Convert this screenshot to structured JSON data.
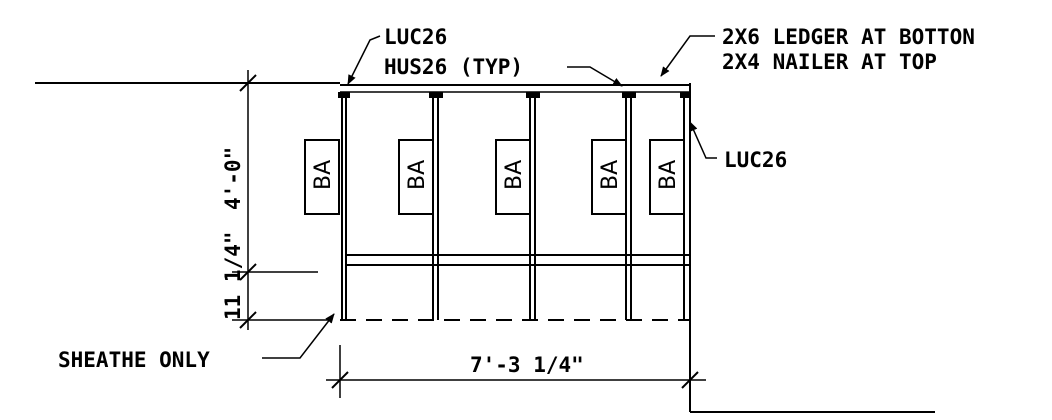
{
  "notes": {
    "luc26_top": "LUC26",
    "hus26": "HUS26 (TYP)",
    "ledger_line1": "2X6 LEDGER AT BOTTON",
    "ledger_line2": "2X4 NAILER AT TOP",
    "luc26_right": "LUC26",
    "sheathe": "SHEATHE ONLY"
  },
  "dimensions": {
    "height_upper": "4'-0\"",
    "height_lower": "11 1/4\"",
    "width": "7'-3 1/4\""
  },
  "blocking_label": "BA",
  "colors": {
    "line": "#000000",
    "background": "#ffffff"
  }
}
